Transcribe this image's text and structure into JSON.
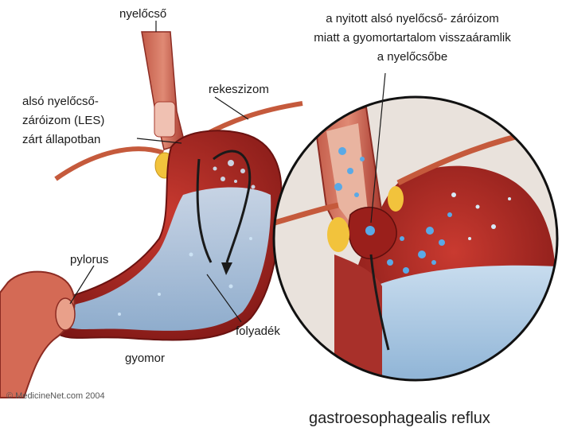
{
  "labels": {
    "esophagus": "nyelőcső",
    "diaphragm": "rekeszizom",
    "les_line1": "alsó nyelőcső-",
    "les_line2": "záróizom (LES)",
    "les_line3": "zárt állapotban",
    "pylorus": "pylorus",
    "fluid": "folyadék",
    "stomach": "gyomor",
    "reflux_line1": "a nyitott alsó nyelőcső- záróizom",
    "reflux_line2": "miatt a gyomortartalom visszaáramlik",
    "reflux_line3": "a nyelőcsőbe"
  },
  "copyright": "© MedicineNet.com 2004",
  "title": "gastroesophagealis reflux",
  "colors": {
    "tissue_dark": "#8e1f1c",
    "tissue_red": "#b5302a",
    "tissue_pink": "#d46a55",
    "fluid": "#a9c8e2",
    "fat": "#f2c33c",
    "droplet": "#5aa9e6"
  }
}
